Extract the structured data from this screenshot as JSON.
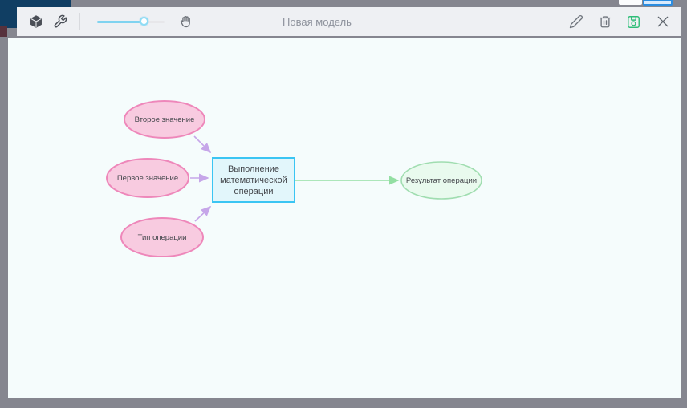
{
  "toolbar": {
    "title": "Новая модель",
    "zoom_slider": {
      "value_percent": 70
    },
    "left_icons": [
      "model-cube",
      "wrench",
      "zoom-slider",
      "pan-hand"
    ],
    "right_icons": [
      "edit-pencil",
      "delete-trash",
      "save-disk",
      "close-x"
    ]
  },
  "diagram": {
    "nodes": [
      {
        "id": "second-value",
        "shape": "ellipse",
        "label": "Второе значение"
      },
      {
        "id": "first-value",
        "shape": "ellipse",
        "label": "Первое значение"
      },
      {
        "id": "operation-type",
        "shape": "ellipse",
        "label": "Тип операции"
      },
      {
        "id": "operation",
        "shape": "rect",
        "label": "Выполнение математической операции"
      },
      {
        "id": "result",
        "shape": "ellipse",
        "label": "Результат операции"
      }
    ],
    "edges": [
      {
        "from": "second-value",
        "to": "operation",
        "color": "#c6a6e9"
      },
      {
        "from": "first-value",
        "to": "operation",
        "color": "#c6a6e9"
      },
      {
        "from": "operation-type",
        "to": "operation",
        "color": "#c6a6e9"
      },
      {
        "from": "operation",
        "to": "result",
        "color": "#93dfa3"
      }
    ]
  },
  "colors": {
    "frame_gray": "#85868f",
    "header_navy": "#103e63",
    "toolbar_bg": "#eef0f3",
    "canvas_bg": "#f5fcfc",
    "input_fill": "#f8cbe0",
    "input_border": "#ee87ba",
    "process_fill": "#e2f6fb",
    "process_border": "#3bc5f3",
    "output_fill": "#e9faee",
    "output_border": "#a0ddb0",
    "edge_purple": "#c6a6e9",
    "edge_green": "#93dfa3",
    "slider_blue": "#7fd3f0",
    "save_green": "#2fbe78"
  }
}
